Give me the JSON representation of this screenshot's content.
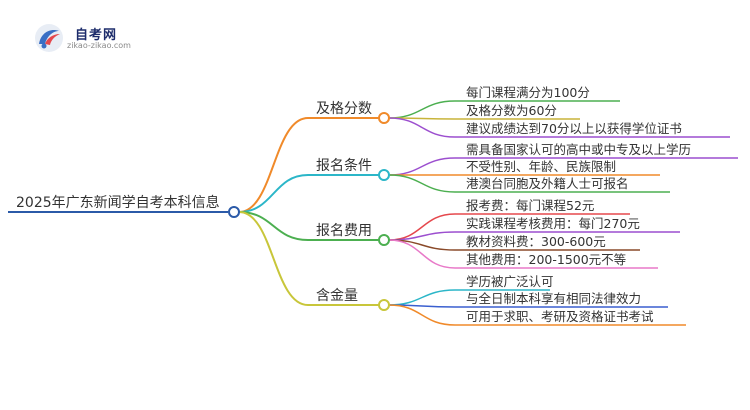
{
  "logo": {
    "title": "自考网",
    "url": "zikao-zikao.com"
  },
  "mindmap": {
    "root": "2025年广东新闻学自考本科信息",
    "branches": [
      {
        "label": "及格分数",
        "color": "#f08a2a",
        "items": [
          {
            "text": "每门课程满分为100分",
            "color": "#4caf50"
          },
          {
            "text": "及格分数为60分",
            "color": "#c8b43a"
          },
          {
            "text": "建议成绩达到70分以上以获得学位证书",
            "color": "#9c4fcf"
          }
        ]
      },
      {
        "label": "报名条件",
        "color": "#2bb6c8",
        "items": [
          {
            "text": "需具备国家认可的高中或中专及以上学历",
            "color": "#9c4fcf"
          },
          {
            "text": "不受性别、年龄、民族限制",
            "color": "#f08a2a"
          },
          {
            "text": "港澳台同胞及外籍人士可报名",
            "color": "#4caf50"
          }
        ]
      },
      {
        "label": "报名费用",
        "color": "#4caf50",
        "items": [
          {
            "text": "报考费：每门课程52元",
            "color": "#e5484d"
          },
          {
            "text": "实践课程考核费用：每门270元",
            "color": "#9c4fcf"
          },
          {
            "text": "教材资料费：300-600元",
            "color": "#8a4a2a"
          },
          {
            "text": "其他费用：200-1500元不等",
            "color": "#e879c8"
          }
        ]
      },
      {
        "label": "含金量",
        "color": "#c8c63a",
        "items": [
          {
            "text": "学历被广泛认可",
            "color": "#2bb6c8"
          },
          {
            "text": "与全日制本科享有相同法律效力",
            "color": "#3a5fcf"
          },
          {
            "text": "可用于求职、考研及资格证书考试",
            "color": "#f08a2a"
          }
        ]
      }
    ]
  }
}
